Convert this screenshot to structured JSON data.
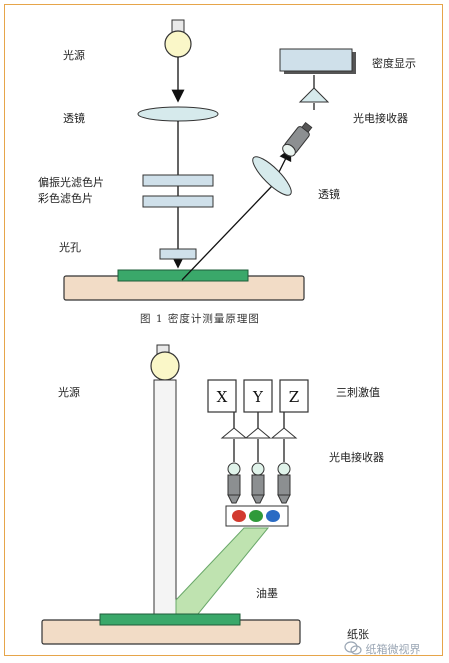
{
  "colors": {
    "frame": "#e6a54a",
    "lamp": "#faf7c8",
    "lens": "#d6eaec",
    "filter": "#cfe0ea",
    "paper": "#f2dcc6",
    "ink": "#3aa86a",
    "beam": "#bfe3b0"
  },
  "figure1": {
    "light_source": "光源",
    "lens": "透镜",
    "filters_line1": "偏振光滤色片",
    "filters_line2": "彩色滤色片",
    "aperture": "光孔",
    "density_display": "密度显示",
    "photo_receiver": "光电接收器",
    "lens_right": "透镜",
    "caption": "图 1   密度计测量原理图"
  },
  "figure2": {
    "light_source": "光源",
    "x": "X",
    "y": "Y",
    "z": "Z",
    "tristimulus": "三刺激值",
    "photo_receiver": "光电接收器",
    "ink": "油墨",
    "paper": "纸张"
  },
  "watermark": "纸箱微视界",
  "icons": {
    "watermark": "wechat-icon"
  }
}
